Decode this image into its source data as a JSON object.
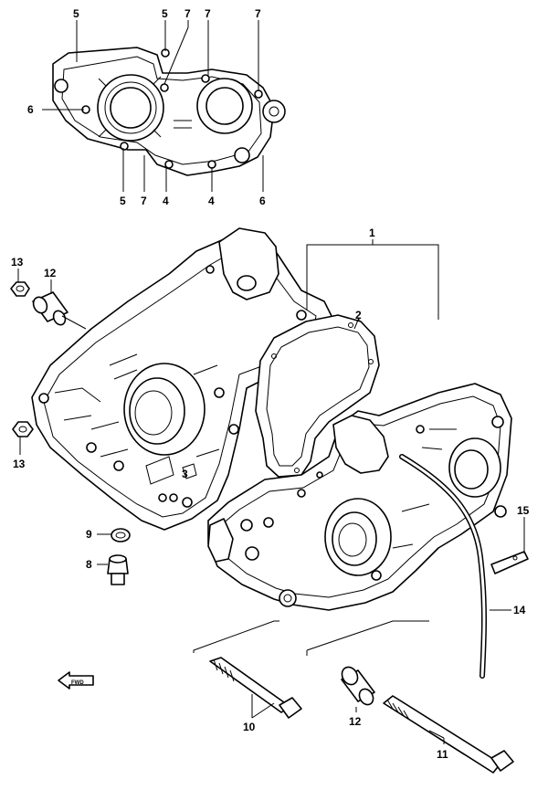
{
  "callouts": {
    "c1": "1",
    "c2": "2",
    "c3": "3",
    "c4a": "4",
    "c4b": "4",
    "c5a": "5",
    "c5b": "5",
    "c5c": "5",
    "c6a": "6",
    "c6b": "6",
    "c7a": "7",
    "c7b": "7",
    "c7c": "7",
    "c7d": "7",
    "c8": "8",
    "c9": "9",
    "c10": "10",
    "c11": "11",
    "c12a": "12",
    "c12b": "12",
    "c13a": "13",
    "c13b": "13",
    "c14": "14",
    "c15": "15"
  },
  "front_arrow_text": "FWD"
}
